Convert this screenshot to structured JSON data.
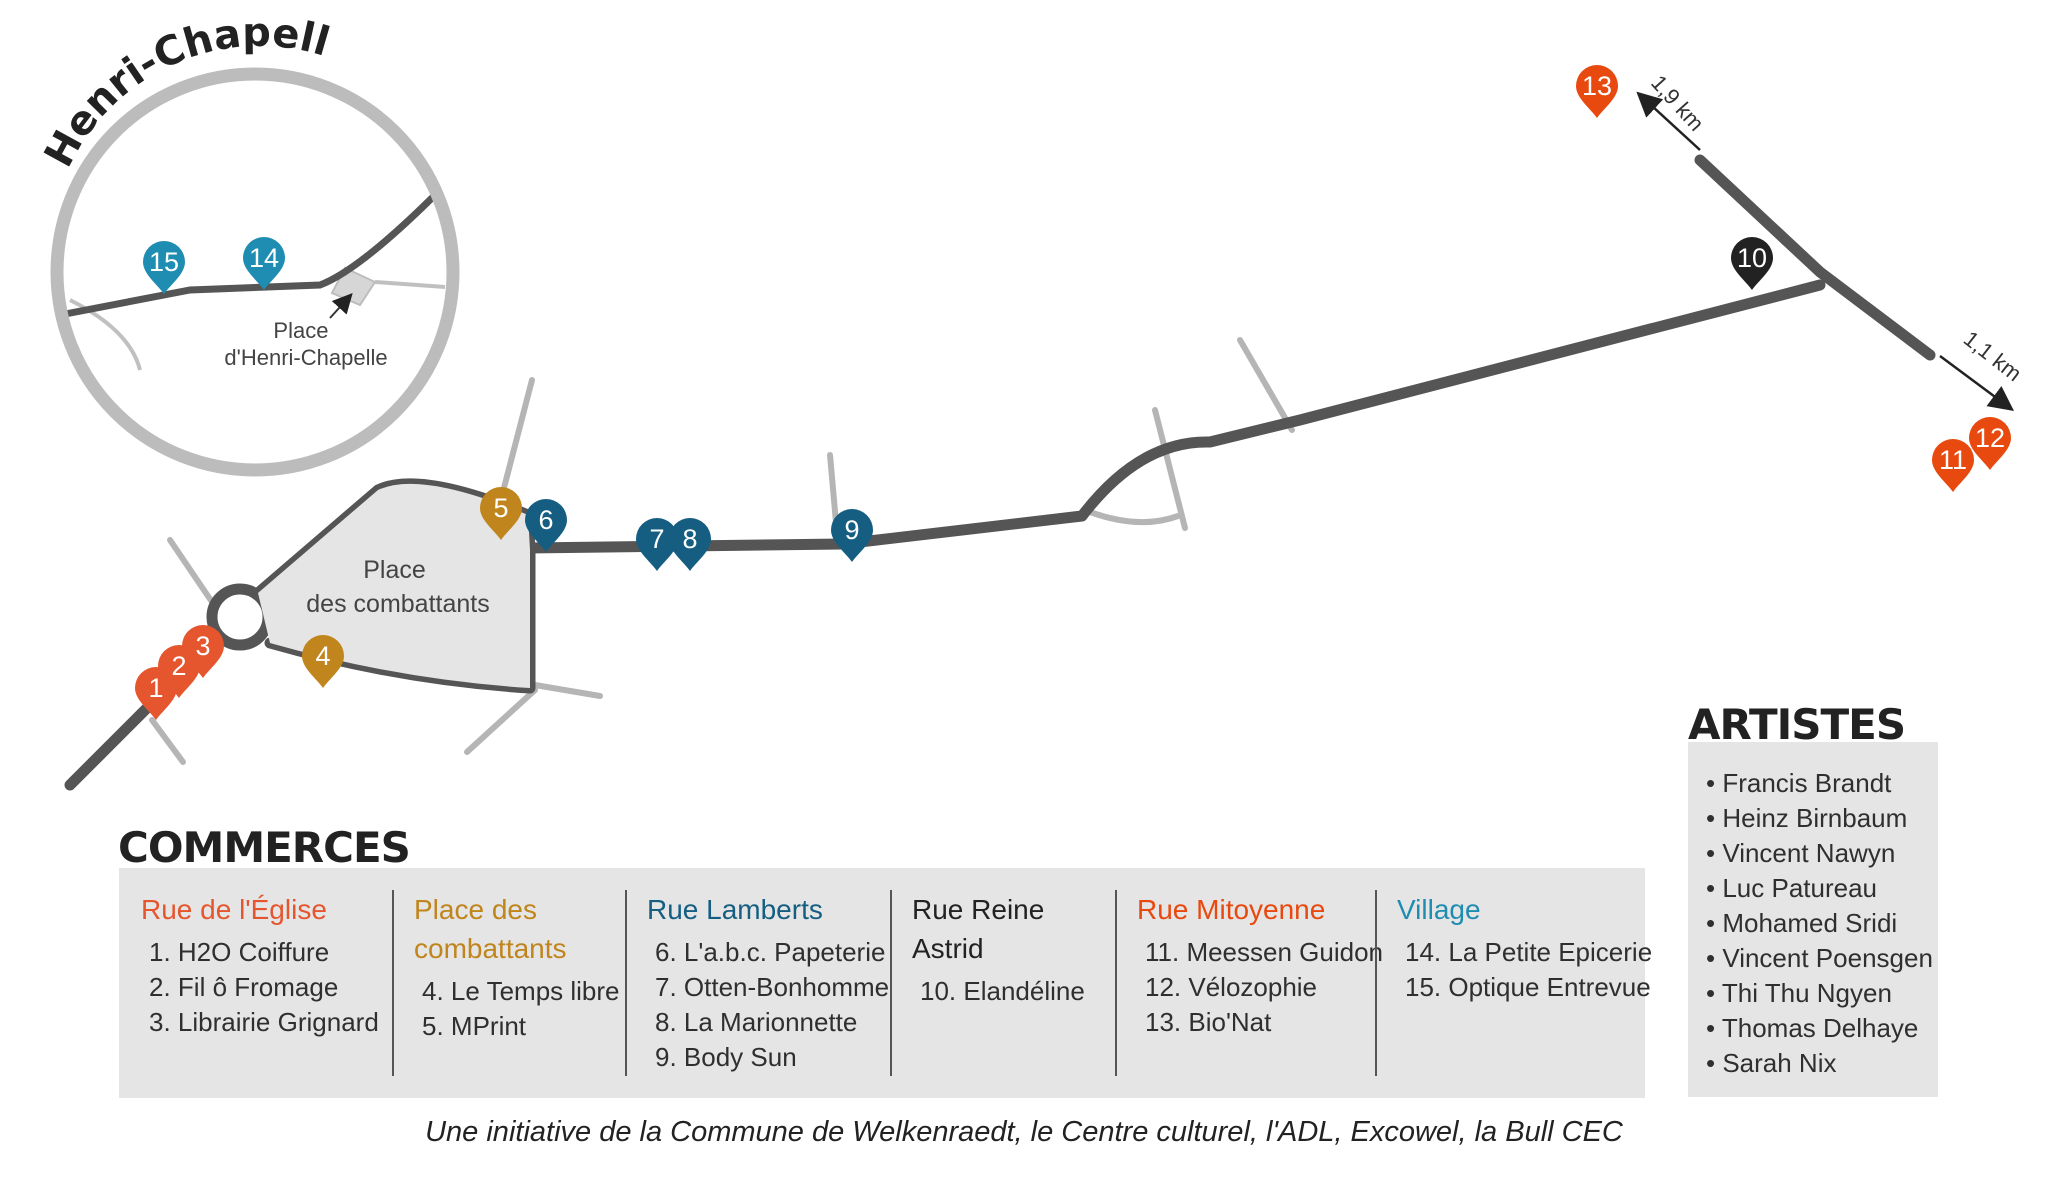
{
  "colors": {
    "eglise": "#e5562e",
    "place": "#c0851c",
    "lamberts": "#155e82",
    "reine_astrid": "#222222",
    "mitoyenne": "#e8490f",
    "village": "#1f8db1",
    "road": "#555555",
    "side_road": "#b5b5b5"
  },
  "map": {
    "village_title": "Henri-Chapelle",
    "inset_place_label": [
      "Place",
      "d'Henri-Chapelle"
    ],
    "square_label": [
      "Place",
      "des combattants"
    ],
    "distance_labels": [
      "1,9 km",
      "1,1 km"
    ],
    "pins": [
      {
        "number": "1",
        "group": "eglise"
      },
      {
        "number": "2",
        "group": "eglise"
      },
      {
        "number": "3",
        "group": "eglise"
      },
      {
        "number": "4",
        "group": "place"
      },
      {
        "number": "5",
        "group": "place"
      },
      {
        "number": "6",
        "group": "lamberts"
      },
      {
        "number": "7",
        "group": "lamberts"
      },
      {
        "number": "8",
        "group": "lamberts"
      },
      {
        "number": "9",
        "group": "lamberts"
      },
      {
        "number": "10",
        "group": "reine_astrid"
      },
      {
        "number": "11",
        "group": "mitoyenne"
      },
      {
        "number": "12",
        "group": "mitoyenne"
      },
      {
        "number": "13",
        "group": "mitoyenne"
      },
      {
        "number": "14",
        "group": "village"
      },
      {
        "number": "15",
        "group": "village"
      }
    ]
  },
  "commerces": {
    "title": "COMMERCES",
    "columns": [
      {
        "title": "Rue de l'Église",
        "color": "#e5562e",
        "items": [
          "1. H2O Coiffure",
          "2. Fil ô Fromage",
          "3. Librairie Grignard"
        ]
      },
      {
        "title": "Place des combattants",
        "color": "#c0851c",
        "items": [
          "4. Le Temps libre",
          "5. MPrint"
        ]
      },
      {
        "title": "Rue Lamberts",
        "color": "#155e82",
        "items": [
          "6. L'a.b.c. Papeterie",
          "7. Otten-Bonhomme",
          "8. La Marionnette",
          "9. Body Sun"
        ]
      },
      {
        "title": "Rue Reine Astrid",
        "color": "#222222",
        "items": [
          "10. Elandéline"
        ]
      },
      {
        "title": "Rue Mitoyenne",
        "color": "#e8490f",
        "items": [
          "11. Meessen Guidon",
          "12. Vélozophie",
          "13. Bio'Nat"
        ]
      },
      {
        "title": "Village",
        "color": "#1f8db1",
        "items": [
          "14. La Petite Epicerie",
          "15. Optique Entrevue"
        ]
      }
    ]
  },
  "artistes": {
    "title": "ARTISTES",
    "names": [
      "Francis Brandt",
      "Heinz Birnbaum",
      "Vincent Nawyn",
      "Luc Patureau",
      "Mohamed Sridi",
      "Vincent Poensgen",
      "Thi Thu Ngyen",
      "Thomas Delhaye",
      "Sarah Nix"
    ]
  },
  "credit": "Une initiative de la Commune de Welkenraedt, le Centre culturel, l'ADL, Excowel, la Bull CEC"
}
